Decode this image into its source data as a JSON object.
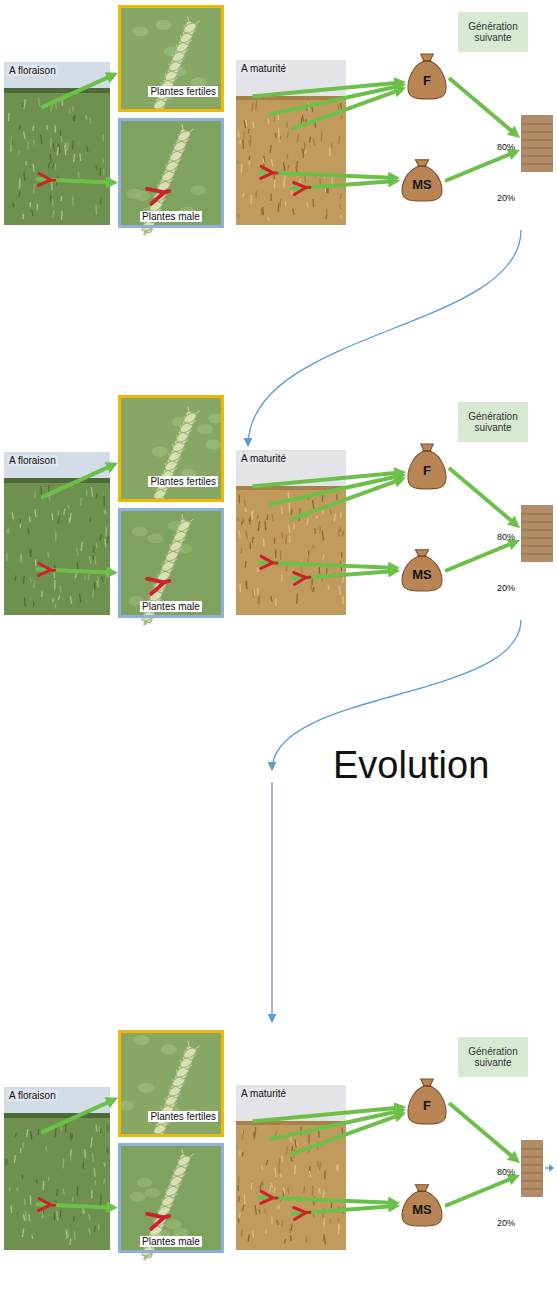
{
  "diagram": {
    "nodes": [
      {
        "text": [
          "A floraison"
        ]
      },
      {
        "text": [
          "Plantes fertiles"
        ]
      },
      {
        "text": [
          "Plantes male"
        ]
      },
      {
        "text": [
          "A maturité"
        ]
      },
      {
        "text": [
          "Génération suivante"
        ]
      },
      {
        "text": [
          "F"
        ]
      },
      {
        "text": [
          "MS"
        ]
      },
      {
        "text": [
          "A floraison"
        ]
      },
      {
        "text": [
          "Plantes fertiles"
        ]
      },
      {
        "text": [
          "Plantes male"
        ]
      },
      {
        "text": [
          "A maturité"
        ]
      },
      {
        "text": [
          "Génération suivante"
        ]
      },
      {
        "text": [
          "F"
        ]
      },
      {
        "text": [
          "MS"
        ]
      },
      {
        "text": [
          "A floraison"
        ]
      },
      {
        "text": [
          "Plantes fertiles"
        ]
      },
      {
        "text": [
          "Plantes male"
        ]
      },
      {
        "text": [
          "A maturité"
        ]
      },
      {
        "text": [
          "Génération suivante"
        ]
      },
      {
        "text": [
          "F"
        ]
      },
      {
        "text": [
          "MS"
        ]
      }
    ],
    "edges": [
      {
        "from": 0,
        "to": 1,
        "arrow": "to"
      },
      {
        "from": 0,
        "to": 2,
        "arrow": "to"
      },
      {
        "from": 3,
        "to": 5,
        "arrow": "to"
      },
      {
        "from": 3,
        "to": 5,
        "arrow": "to"
      },
      {
        "from": 3,
        "to": 5,
        "arrow": "to"
      },
      {
        "from": 3,
        "to": 6,
        "arrow": "to"
      },
      {
        "from": 3,
        "to": 6,
        "arrow": "to"
      },
      {
        "from": 7,
        "to": 8,
        "arrow": "to"
      },
      {
        "from": 7,
        "to": 9,
        "arrow": "to"
      },
      {
        "from": 10,
        "to": 12,
        "arrow": "to"
      },
      {
        "from": 10,
        "to": 12,
        "arrow": "to"
      },
      {
        "from": 10,
        "to": 12,
        "arrow": "to"
      },
      {
        "from": 10,
        "to": 13,
        "arrow": "to"
      },
      {
        "from": 10,
        "to": 13,
        "arrow": "to"
      },
      {
        "from": 14,
        "to": 15,
        "arrow": "to"
      },
      {
        "from": 14,
        "to": 16,
        "arrow": "to"
      },
      {
        "from": 17,
        "to": 19,
        "arrow": "to"
      },
      {
        "from": 17,
        "to": 19,
        "arrow": "to"
      },
      {
        "from": 17,
        "to": 19,
        "arrow": "to"
      },
      {
        "from": 17,
        "to": 20,
        "arrow": "to"
      },
      {
        "from": 17,
        "to": 20,
        "arrow": "to"
      }
    ],
    "labels": [
      "80%",
      "20%",
      "80%",
      "20%",
      "Evolution",
      "80%",
      "20%"
    ]
  }
}
